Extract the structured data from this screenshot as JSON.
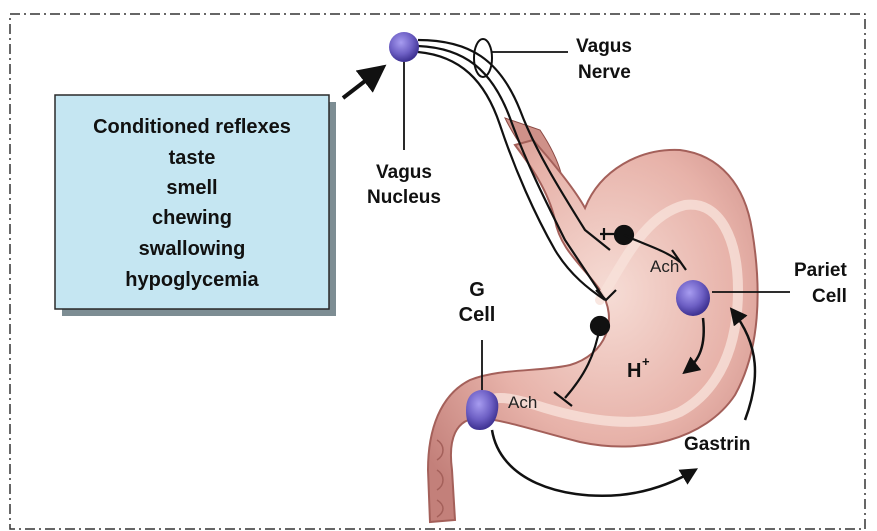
{
  "box": {
    "lines": [
      "Conditioned reflexes",
      "taste",
      "smell",
      "chewing",
      "swallowing",
      "hypoglycemia"
    ]
  },
  "labels": {
    "vagus_nerve_1": "Vagus",
    "vagus_nerve_2": "Nerve",
    "vagus_nucleus_1": "Vagus",
    "vagus_nucleus_2": "Nucleus",
    "g_cell_1": "G",
    "g_cell_2": "Cell",
    "parietal_cell_1": "Pariet",
    "parietal_cell_2": "Cell",
    "ach_upper": "Ach",
    "ach_lower": "Ach",
    "h_plus": "H",
    "h_plus_sup": "+",
    "gastrin": "Gastrin"
  },
  "colors": {
    "box_fill": "#c5e6f2",
    "box_border": "#2a2a2a",
    "stomach_outer": "#c98c86",
    "stomach_inner": "#e9bcb4",
    "stomach_mucosa": "#f4d6cf",
    "cell_purple": "#6d5fc4",
    "nerve": "#111111"
  }
}
